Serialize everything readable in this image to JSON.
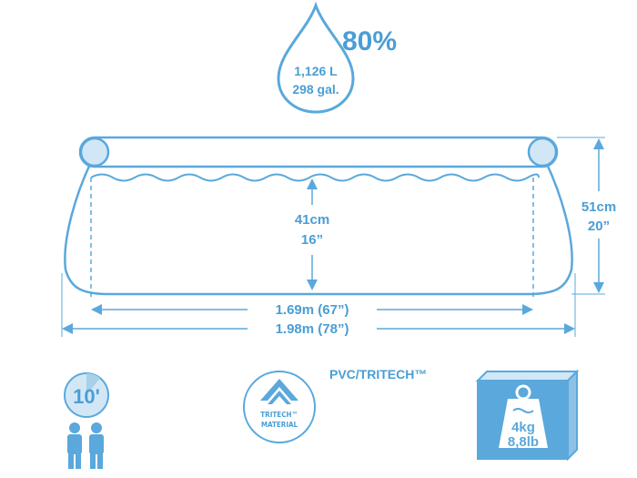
{
  "capacity": {
    "fill_percent": "80%",
    "liters": "1,126 L",
    "gallons": "298 gal."
  },
  "dimensions": {
    "water_depth_cm": "41cm",
    "water_depth_in": "16”",
    "height_cm": "51cm",
    "height_in": "20”",
    "inner_diameter": "1.69m (67”)",
    "outer_diameter": "1.98m (78”)"
  },
  "setup": {
    "time_label": "10'",
    "people_count": 2
  },
  "material": {
    "title": "PVC/TRITECH™",
    "badge_line1": "TRITECH™",
    "badge_line2": "MATERIAL"
  },
  "weight": {
    "kg": "4kg",
    "lb": "8,8lb"
  },
  "colors": {
    "accent": "#4a9ed4",
    "line": "#5aa8dc",
    "light_fill": "#d2e7f6",
    "water": "#e8f3fb"
  }
}
